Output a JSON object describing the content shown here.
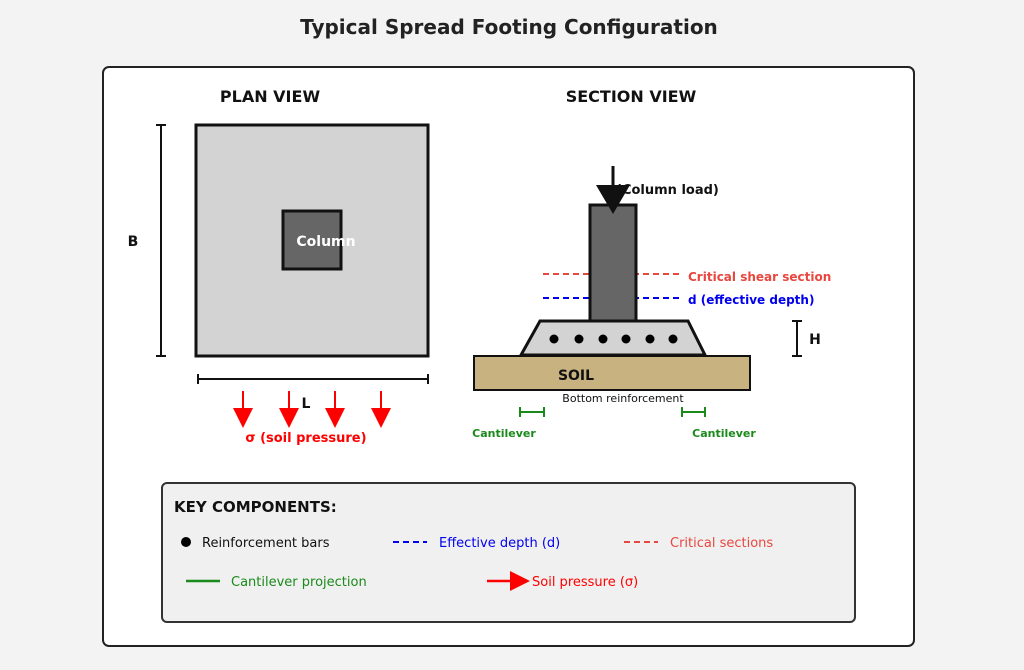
{
  "title": "Typical Spread Footing Configuration",
  "plan": {
    "heading": "PLAN VIEW",
    "column_label": "Column",
    "dim_b": "B",
    "dim_l": "L",
    "soil_pressure_label": "σ (soil pressure)"
  },
  "section": {
    "heading": "SECTION VIEW",
    "column_load_label": "(Column load)",
    "critical_shear_label": "Critical shear section",
    "effective_depth_label": "d (effective depth)",
    "dim_h": "H",
    "soil_label": "SOIL",
    "bottom_reinforcement_label": "Bottom reinforcement",
    "cantilever_left": "Cantilever",
    "cantilever_right": "Cantilever"
  },
  "legend": {
    "heading": "KEY COMPONENTS:",
    "reinforcement": "Reinforcement bars",
    "effective_depth": "Effective depth (d)",
    "critical_sections": "Critical sections",
    "cantilever": "Cantilever projection",
    "soil_pressure": "Soil pressure (σ)"
  },
  "colors": {
    "red": "#ff0000",
    "critical": "#e8473f",
    "blue": "#0000ee",
    "green": "#1a8a1a",
    "soil": "#c8b27f",
    "footing": "#d3d3d3",
    "column": "#666666"
  }
}
